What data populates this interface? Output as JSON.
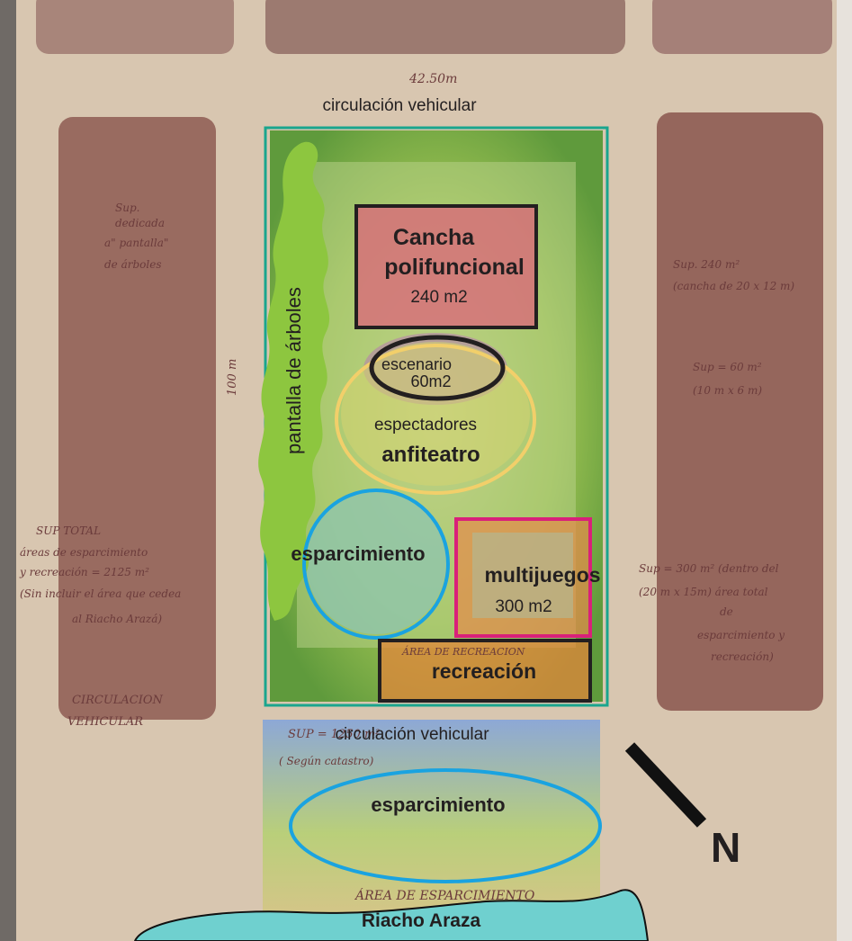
{
  "colors": {
    "paper": "#d9c8b3",
    "blocks": "#8e5a52",
    "site_green": "#8fb54a",
    "teal_outline": "#1aa58e",
    "dark_outline": "#231f20",
    "yellow_outline": "#f2cf6a",
    "blue_outline": "#1aa3e0",
    "magenta_outline": "#d9207a",
    "tree_green": "#8dc63f",
    "river": "#6fd0cf"
  },
  "labels": {
    "street_top": "circulación vehicular",
    "street_bottom": "circulación vehicular",
    "tree_screen": "pantalla de árboles",
    "court_line1": "Cancha",
    "court_line2": "polifuncional",
    "court_area": "240 m2",
    "stage_line1": "escenario",
    "stage_area": "60m2",
    "spectators": "espectadores",
    "amphitheatre": "anfiteatro",
    "leisure": "esparcimiento",
    "multi_games": "multijuegos",
    "multi_area": "300 m2",
    "recreation": "recreación",
    "leisure_south": "esparcimiento",
    "river": "Riacho Araza",
    "north": "N"
  },
  "handwritten": {
    "dim_top": "42.50m",
    "dim_side": "100 m",
    "left_note": [
      "Sup.",
      "dedicada",
      "a\" pantalla\"",
      "de árboles"
    ],
    "right_note_court": [
      "Sup. 240 m²",
      "(cancha de 20 x 12 m)"
    ],
    "right_note_stage": [
      "Sup = 60 m²",
      "(10 m x 6 m)"
    ],
    "right_note_multi": [
      "Sup = 300 m²  (dentro del",
      "(20 m x 15m)     área total",
      "de",
      "esparcimiento y",
      "recreación)"
    ],
    "total_note": [
      "SUP TOTAL",
      "áreas de esparcimiento",
      "y recreación = 2125 m²",
      "(Sin incluir el área que cedea",
      "al Riacho Arazá)"
    ],
    "circ_left": [
      "CIRCULACION",
      "VEHICULAR"
    ],
    "south_sup": "SUP        = 1250 m²",
    "cadastre": "( Según catastro)",
    "south_area": "ÁREA DE ESPARCIMIENTO",
    "rec_small": "ÁREA DE RECREACION"
  }
}
